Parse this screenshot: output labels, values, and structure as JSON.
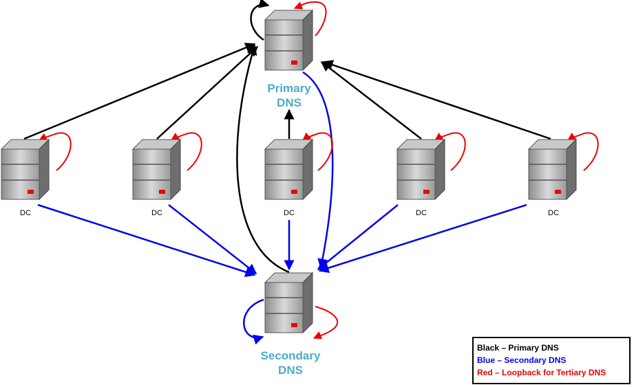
{
  "nodes": {
    "primary": {
      "label_line1": "Primary",
      "label_line2": "DNS"
    },
    "secondary": {
      "label_line1": "Secondary",
      "label_line2": "DNS"
    },
    "dc_label": "DC"
  },
  "legend": {
    "black": "Black – Primary DNS",
    "blue": "Blue – Secondary DNS",
    "red": "Red – Loopback for Tertiary DNS"
  },
  "colors": {
    "black": "#000000",
    "blue": "#0000ee",
    "red": "#ee0000",
    "label": "#4bacc6"
  }
}
